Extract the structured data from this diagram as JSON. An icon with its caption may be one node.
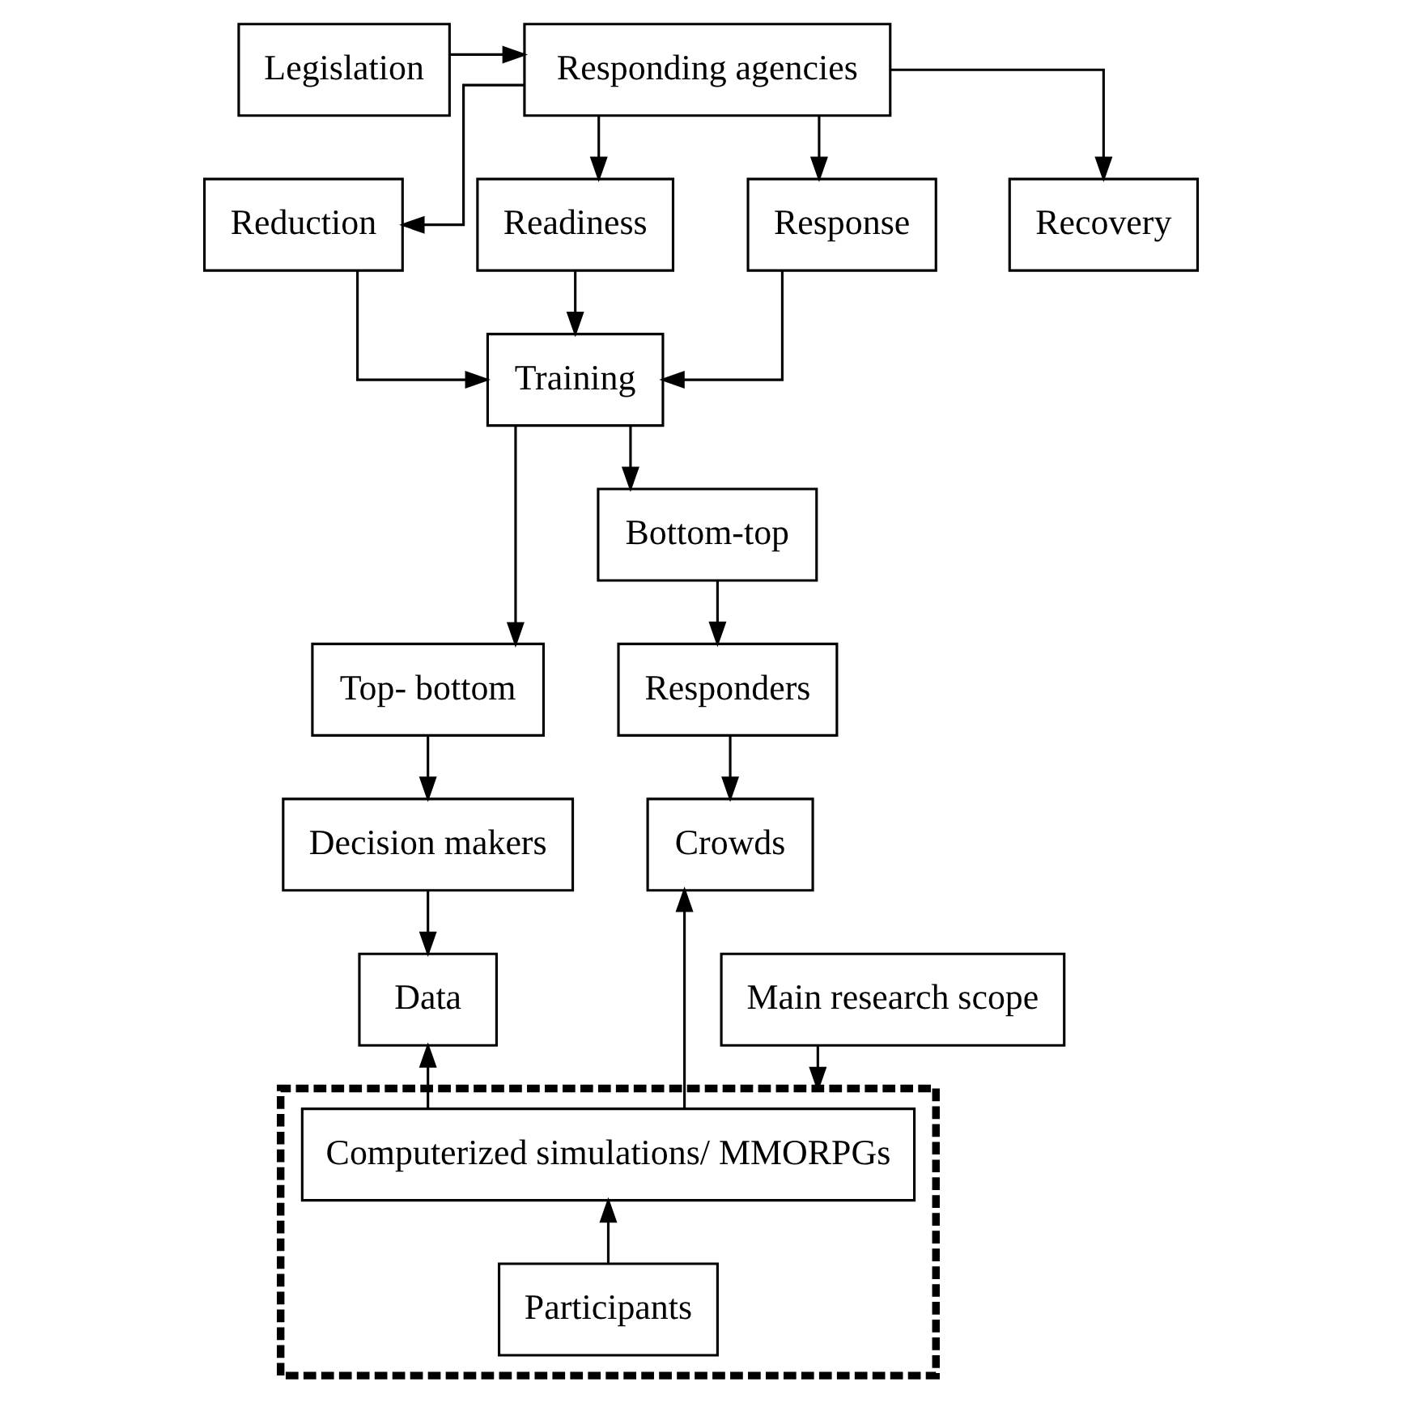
{
  "diagram": {
    "nodes": [
      {
        "text": [
          "Legislation"
        ]
      },
      {
        "text": [
          "Responding agencies"
        ]
      },
      {
        "text": [
          "Reduction"
        ]
      },
      {
        "text": [
          "Readiness"
        ]
      },
      {
        "text": [
          "Response"
        ]
      },
      {
        "text": [
          "Recovery"
        ]
      },
      {
        "text": [
          "Training"
        ]
      },
      {
        "text": [
          "Top- bottom"
        ]
      },
      {
        "text": [
          "Bottom-top"
        ]
      },
      {
        "text": [
          "Decision makers"
        ]
      },
      {
        "text": [
          "Responders"
        ]
      },
      {
        "text": [
          "Data"
        ]
      },
      {
        "text": [
          "Crowds"
        ]
      },
      {
        "text": [],
        "shape": "box"
      },
      {
        "text": [
          "Computerized simulations/ MMORPGs"
        ],
        "in": 13
      },
      {
        "text": [
          "Participants"
        ],
        "in": 13
      },
      {
        "text": [
          "Main research scope"
        ]
      }
    ],
    "edges": [
      {
        "from": 0,
        "to": 1,
        "arrow": "to"
      },
      {
        "from": 1,
        "to": 2,
        "arrow": "to"
      },
      {
        "from": 1,
        "to": 3,
        "arrow": "to"
      },
      {
        "from": 1,
        "to": 4,
        "arrow": "to"
      },
      {
        "from": 1,
        "to": 5,
        "arrow": "to"
      },
      {
        "from": 2,
        "to": 6,
        "arrow": "to"
      },
      {
        "from": 3,
        "to": 6,
        "arrow": "to"
      },
      {
        "from": 4,
        "to": 6,
        "arrow": "to"
      },
      {
        "from": 6,
        "to": 7,
        "arrow": "to"
      },
      {
        "from": 6,
        "to": 8,
        "arrow": "to"
      },
      {
        "from": 7,
        "to": 9,
        "arrow": "to"
      },
      {
        "from": 9,
        "to": 11,
        "arrow": "to"
      },
      {
        "from": 8,
        "to": 10,
        "arrow": "to"
      },
      {
        "from": 10,
        "to": 12,
        "arrow": "to"
      },
      {
        "from": 14,
        "to": 11,
        "arrow": "to"
      },
      {
        "from": 14,
        "to": 12,
        "arrow": "to"
      },
      {
        "from": 16,
        "to": 13,
        "arrow": "to"
      },
      {
        "from": 15,
        "to": 14,
        "arrow": "to"
      }
    ]
  }
}
